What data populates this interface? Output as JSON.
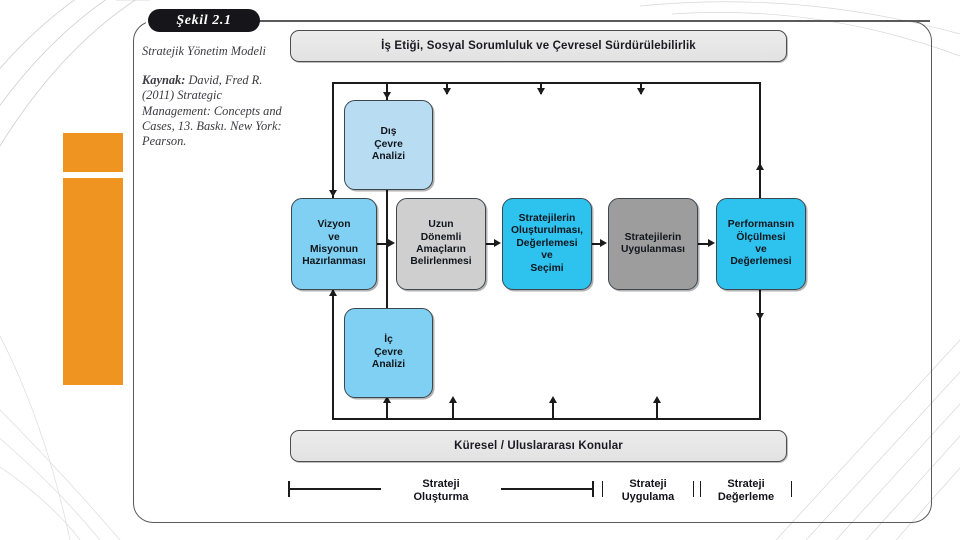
{
  "figure": {
    "tab_label": "Şekil 2.1",
    "caption_title": "Stratejik Yönetim Modeli",
    "source_label": "Kaynak:",
    "source_text": " David, Fred R. (2011) Strategic Management: Concepts and Cases, 13. Baskı. New York: Pearson."
  },
  "banners": {
    "top": "İş Etiği, Sosyal Sorumluluk ve Çevresel Sürdürülebilirlik",
    "bottom": "Küresel / Uluslararası Konular"
  },
  "boxes": {
    "external": "Dış\nÇevre\nAnalizi",
    "internal": "İç\nÇevre\nAnalizi",
    "vision": "Vizyon\nve\nMisyonun\nHazırlanması",
    "objectives": "Uzun\nDönemli\nAmaçların\nBelirlenmesi",
    "strategy_formulate": "Stratejilerin\nOluşturulması,\nDeğerlemesi\nve\nSeçimi",
    "strategy_implement": "Stratejilerin\nUygulanması",
    "performance": "Performansın\nÖlçülmesi\nve\nDeğerlemesi"
  },
  "phases": {
    "formulation": "Strateji\nOluşturma",
    "implementation": "Strateji\nUygulama",
    "evaluation": "Strateji\nDeğerleme"
  },
  "colors": {
    "orange": "#ef9420",
    "light_blue": "#b8ddf2",
    "sky_blue": "#7fd0f2",
    "cyan": "#2ec2ef",
    "gray_light": "#cfcfcf",
    "gray_dark": "#9d9d9d",
    "banner_gray": "#e8e8e8"
  }
}
